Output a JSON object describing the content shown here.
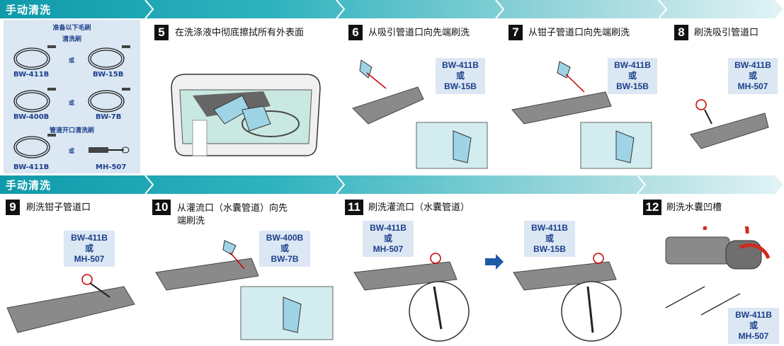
{
  "banner": {
    "title": "手动清洗"
  },
  "prep": {
    "header": "准备以下毛刷",
    "subheader_cleaning": "清洗刷",
    "subheader_opening": "管道开口清洗刷",
    "or": "或",
    "items": [
      "BW-411B",
      "BW-15B",
      "BW-400B",
      "BW-7B",
      "BW-411B",
      "MH-507"
    ]
  },
  "steps": [
    {
      "num": "5",
      "text": "在洗涤液中彻底擦拭所有外表面"
    },
    {
      "num": "6",
      "text": "从吸引管道口向先端刷洗",
      "brush": [
        "BW-411B",
        "或",
        "BW-15B"
      ]
    },
    {
      "num": "7",
      "text": "从钳子管道口向先端刷洗",
      "brush": [
        "BW-411B",
        "或",
        "BW-15B"
      ]
    },
    {
      "num": "8",
      "text": "刷洗吸引管道口",
      "brush": [
        "BW-411B",
        "或",
        "MH-507"
      ]
    },
    {
      "num": "9",
      "text": "刷洗钳子管道口",
      "brush": [
        "BW-411B",
        "或",
        "MH-507"
      ]
    },
    {
      "num": "10",
      "text_line1": "从灌流口（水囊管道）向先",
      "text_line2": "端刷洗",
      "brush": [
        "BW-400B",
        "或",
        "BW-7B"
      ]
    },
    {
      "num": "11",
      "text": "刷洗灌流口（水囊管道）",
      "brush_a": [
        "BW-411B",
        "或",
        "MH-507"
      ],
      "brush_b": [
        "BW-411B",
        "或",
        "BW-15B"
      ]
    },
    {
      "num": "12",
      "text": "刷洗水囊凹槽",
      "brush": [
        "BW-411B",
        "或",
        "MH-507"
      ]
    }
  ],
  "colors": {
    "banner_start": "#13a3b0",
    "banner_end": "#dff1f3",
    "panel": "#dbe7f3",
    "brand_text": "#1c3f8a",
    "arrow": "#1c5aa8"
  }
}
